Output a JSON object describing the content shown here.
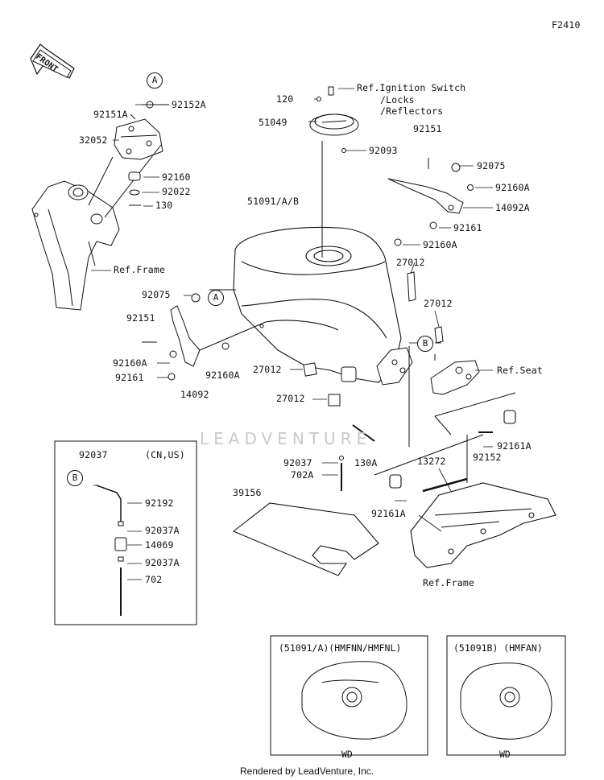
{
  "header": {
    "figure_code": "F2410"
  },
  "front_arrow": {
    "label": "FRONT"
  },
  "ref_markers": {
    "a": "A",
    "b": "B"
  },
  "parts": {
    "p120": "120",
    "p51049": "51049",
    "ref_ignition": "Ref.Ignition Switch",
    "ref_locks": "/Locks",
    "ref_reflectors": "/Reflectors",
    "p92093": "92093",
    "p92151_top": "92151",
    "p92075_right": "92075",
    "p92160A_right1": "92160A",
    "p14092A": "14092A",
    "p92161_right": "92161",
    "p92160A_right2": "92160A",
    "p51091": "51091/A/B",
    "p92151A": "92151A",
    "p92152A": "92152A",
    "p32052": "32052",
    "p92160": "92160",
    "p92022": "92022",
    "p130": "130",
    "ref_frame_left": "Ref.Frame",
    "p92075_left": "92075",
    "p92151_left": "92151",
    "p92160A_left": "92160A",
    "p92161_left": "92161",
    "p92160A_mid": "92160A",
    "p14092": "14092",
    "p27012_a": "27012",
    "p27012_b": "27012",
    "p27012_c": "27012",
    "p27012_d": "27012",
    "ref_seat": "Ref.Seat",
    "p130A": "130A",
    "p92037_mid": "92037",
    "p702A": "702A",
    "p13272": "13272",
    "p92152": "92152",
    "p92161A_right": "92161A",
    "p92161A_left": "92161A",
    "ref_frame_right": "Ref.Frame",
    "p39156": "39156"
  },
  "inset_hose": {
    "p92037": "92037",
    "region": "(CN,US)",
    "marker": "B",
    "p92192": "92192",
    "p92037A_1": "92037A",
    "p14069": "14069",
    "p92037A_2": "92037A",
    "p702": "702"
  },
  "variant_boxes": [
    {
      "title": "(51091/A)(HMFNN/HMFNL)",
      "caption": "WD"
    },
    {
      "title": "(51091B)  (HMFAN)",
      "caption": "WD"
    }
  ],
  "watermark": "LEADVENTURE",
  "footer": {
    "text": "Rendered by LeadVenture, Inc."
  }
}
